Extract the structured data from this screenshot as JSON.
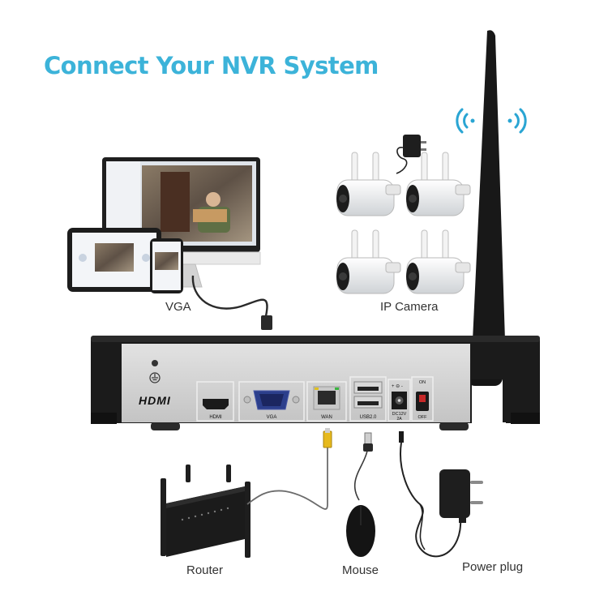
{
  "title": "Connect Your NVR System",
  "colors": {
    "title": "#3cb3d9",
    "nvr_body": "#1b1b1b",
    "panel": "#d6d6d6"
  },
  "labels": {
    "vga": "VGA",
    "ip_camera": "IP Camera",
    "router": "Router",
    "mouse": "Mouse",
    "power_plug": "Power plug"
  },
  "nvr": {
    "brand": "HDMI",
    "ports": {
      "hdmi": "HDMI",
      "vga": "VGA",
      "wan": "WAN",
      "usb": "USB2.0",
      "dc": "DC12V",
      "dc_sub": "2A",
      "on": "ON",
      "off": "OFF"
    }
  },
  "icons": [
    "wifi-left-icon",
    "wifi-right-icon",
    "ground-icon"
  ]
}
